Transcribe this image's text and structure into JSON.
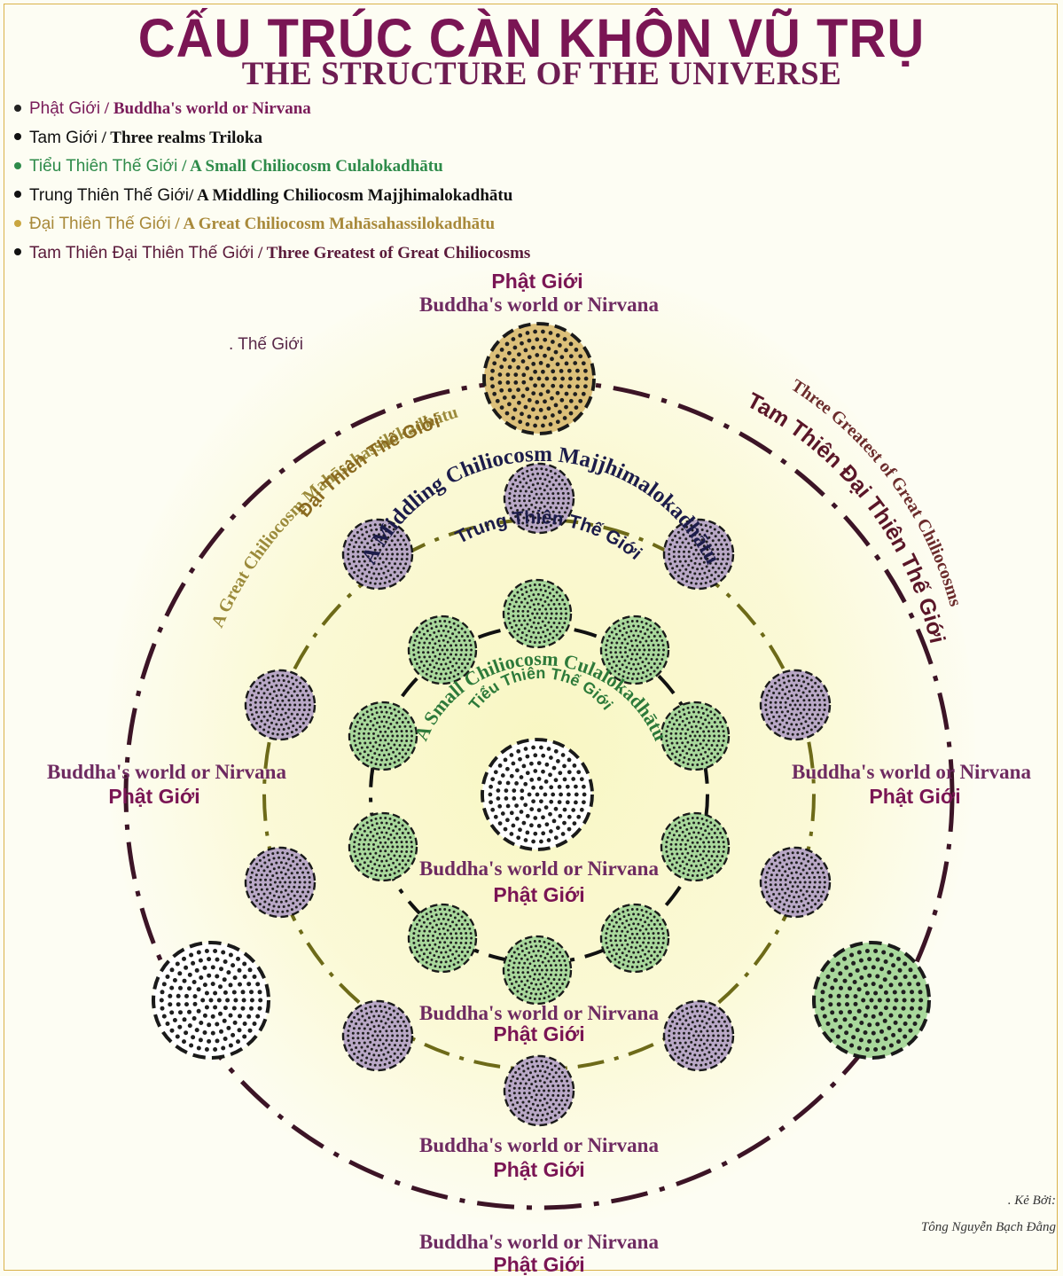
{
  "title": "CẤU TRÚC CÀN KHÔN VŨ TRỤ",
  "subtitle": "THE STRUCTURE OF THE UNIVERSE",
  "legend": [
    {
      "vi": "Phật Giới",
      "en": " / Buddha's world or Nirvana",
      "color": "#7a1c5a"
    },
    {
      "vi": "Tam Giới",
      "en": " / Three realms Triloka",
      "color": "#111111"
    },
    {
      "vi": "Tiểu Thiên Thế Giới",
      "en": " / A Small Chiliocosm Culalokadhātu",
      "color": "#2e8b4a"
    },
    {
      "vi": "Trung Thiên Thế Giới",
      "en": "/ A Middling Chiliocosm Majjhimalokadhātu",
      "color": "#111111"
    },
    {
      "vi": "Đại Thiên Thế Giới",
      "en": " / A Great Chiliocosm  Mahāsahassilokadhātu",
      "color": "#a8893a"
    },
    {
      "vi": "Tam Thiên Đại Thiên Thế Giới",
      "en": " / Three Greatest of Great Chiliocosms",
      "color": "#5a1a3a"
    }
  ],
  "stray_label": ". Thế Giới",
  "labels": {
    "top_vi": "Phật Giới",
    "top_en": "Buddha's world or Nirvana",
    "left_en": "Buddha's world or Nirvana",
    "left_vi": "Phật Giới",
    "right_en": "Buddha's world or Nirvana",
    "right_vi": "Phật Giới",
    "center_en": "Buddha's world or Nirvana",
    "center_vi": "Phật Giới",
    "low1_en": "Buddha's world or Nirvana",
    "low1_vi": "Phật Giới",
    "low2_en": "Buddha's world or Nirvana",
    "low2_vi": "Phật Giới",
    "bottom_en": "Buddha's world or Nirvana",
    "bottom_vi": "Phật Giới"
  },
  "arcs": {
    "small_en": "A Small Chiliocosm Culalokadhātu",
    "small_vi": "Tiểu Thiên Thế Giới",
    "middle_en": "A Middling Chiliocosm Majjhimalokadhātu",
    "middle_vi": "Trung Thiên Thế Giới",
    "great_en": "A Great Chiliocosm  Mahāsahassilokadhātu",
    "great_vi": "Đại Thiên Thế Giới",
    "three_en": "Three Greatest of Great Chiliocosms",
    "three_vi": "Tam Thiên Đại Thiên Thế Giới"
  },
  "credit": {
    "line1": ". Kẻ Bởi:",
    "line2": "Tông Nguyễn Bạch Đằng"
  },
  "colors": {
    "title": "#7a1554",
    "green": "#a9d89c",
    "purple": "#b9a8c6",
    "gold": "#dcc07a",
    "white": "#ffffff"
  }
}
